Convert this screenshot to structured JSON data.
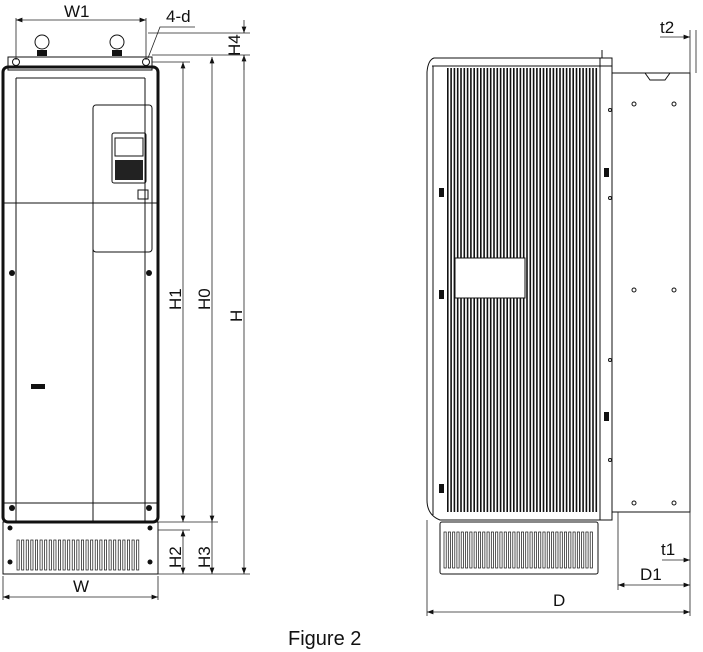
{
  "figure": {
    "caption": "Figure 2"
  },
  "front_view": {
    "dimensions": {
      "w1": "W1",
      "holes": "4-d",
      "h4": "H4",
      "h1": "H1",
      "h0": "H0",
      "h": "H",
      "h2": "H2",
      "h3": "H3",
      "w": "W"
    }
  },
  "side_view": {
    "dimensions": {
      "t2": "t2",
      "t1": "t1",
      "d1": "D1",
      "d": "D"
    }
  },
  "colors": {
    "line": "#111111",
    "background": "#ffffff"
  }
}
